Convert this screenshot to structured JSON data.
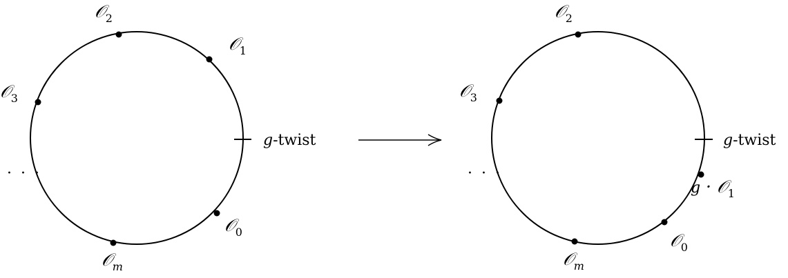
{
  "left": {
    "labels": {
      "o2": {
        "main": "𝒪",
        "sub": "2"
      },
      "o1": {
        "main": "𝒪",
        "sub": "1"
      },
      "o3": {
        "main": "𝒪",
        "sub": "3"
      },
      "o0": {
        "main": "𝒪",
        "sub": "0"
      },
      "om": {
        "main": "𝒪",
        "sub": "m"
      }
    },
    "twist": {
      "g": "g",
      "text": "-twist"
    },
    "ellipsis": "· · ·"
  },
  "right": {
    "labels": {
      "o2": {
        "main": "𝒪",
        "sub": "2"
      },
      "o3": {
        "main": "𝒪",
        "sub": "3"
      },
      "g1": {
        "g": "g",
        "dot": " · ",
        "main": "𝒪",
        "sub": "1"
      },
      "o0": {
        "main": "𝒪",
        "sub": "0"
      },
      "om": {
        "main": "𝒪",
        "sub": "m"
      }
    },
    "twist": {
      "g": "g",
      "text": "-twist"
    },
    "ellipsis": "· · ·"
  }
}
